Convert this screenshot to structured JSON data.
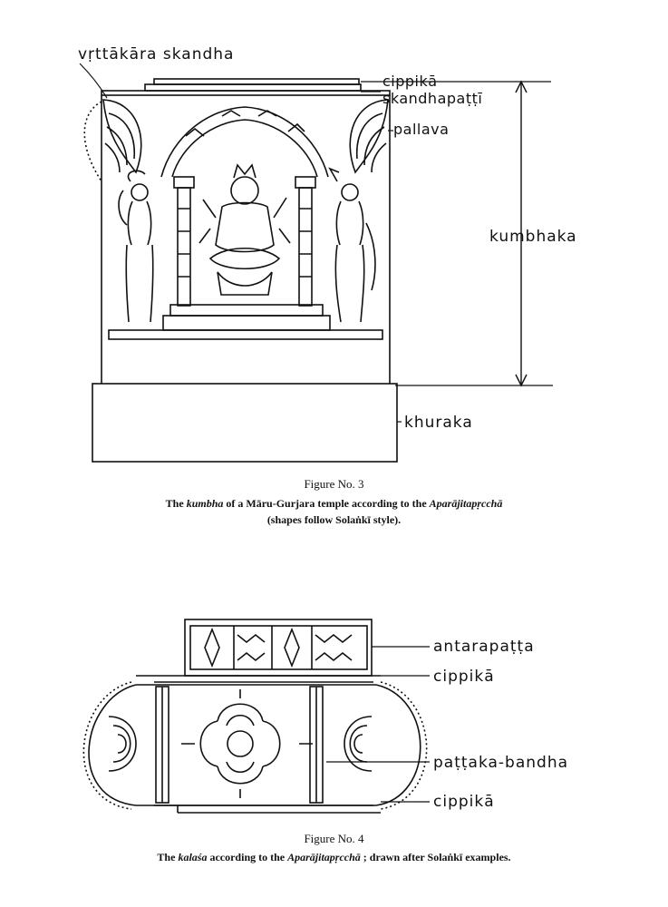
{
  "figure3": {
    "labels": {
      "vrttakara_skandha": "vṛttākāra skandha",
      "cippika": "cippikā",
      "skandhapatti": "skandhapaṭṭī",
      "pallava": "pallava",
      "kumbhaka": "kumbhaka",
      "khuraka": "khuraka"
    },
    "caption_title": "Figure No. 3",
    "caption_line1": {
      "pre": "The ",
      "term": "kumbha",
      "mid": " of a Māru-Gurjara temple according to the ",
      "source": "Aparājitapṛcchā"
    },
    "caption_line2": "(shapes follow Solaṅkī style)."
  },
  "figure4": {
    "labels": {
      "antarapatta": "antarapaṭṭa",
      "cippika_top": "cippikā",
      "pattaka_bandha": "paṭṭaka-bandha",
      "cippika_bottom": "cippikā"
    },
    "caption_title": "Figure No. 4",
    "caption": {
      "pre": "The ",
      "term": "kalaśa",
      "mid": " according to the ",
      "source": "Aparājitapṛcchā",
      "post": " ; drawn after Solaṅkī examples."
    }
  }
}
